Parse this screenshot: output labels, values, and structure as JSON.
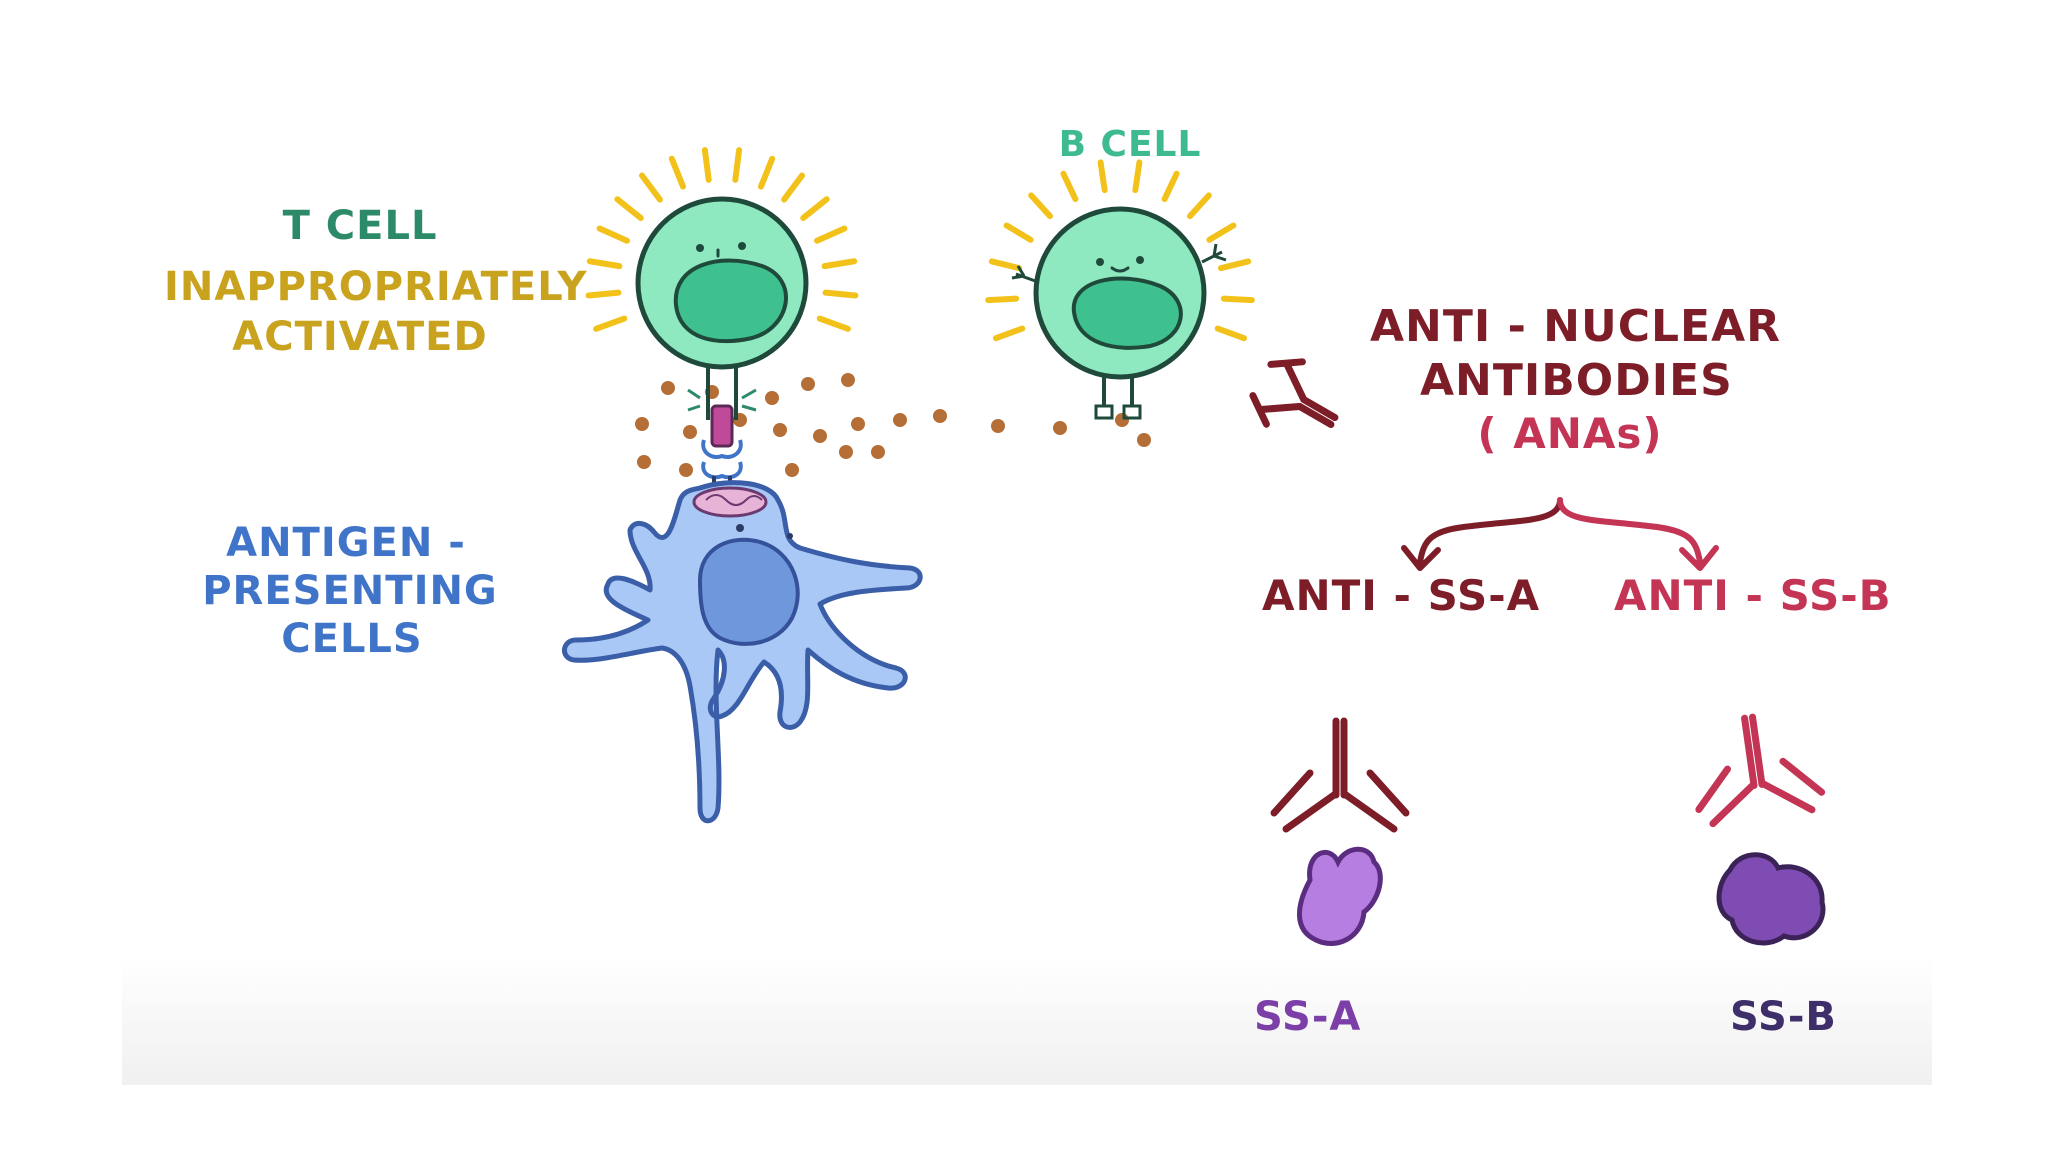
{
  "colors": {
    "t_cell": "#2c8a68",
    "activated": "#c9a21e",
    "b_cell": "#3dbb8e",
    "apc": "#3f74c8",
    "ana": "#7d1d28",
    "anti_ssa": "#7d1d28",
    "anti_ssb": "#c43555",
    "ssa": "#7b3fa7",
    "ssb": "#3e2e6a",
    "cell_fill": "#8ee8c0",
    "nucleus": "#3ec08f",
    "rays": "#f2c21b",
    "apc_fill": "#a9c8f5",
    "apc_nucleus": "#6f97dc",
    "cytokine": "#b56e35",
    "ssa_fill": "#b67ee0",
    "ssb_fill": "#7e4cb2"
  },
  "labels": {
    "t_cell": "T CELL",
    "activated_line1": "INAPPROPRIATELY",
    "activated_line2": "ACTIVATED",
    "b_cell": "B CELL",
    "apc_line1": "ANTIGEN -",
    "apc_line2": "PRESENTING",
    "apc_line3": "CELLS",
    "ana_line1": "ANTI - NUCLEAR",
    "ana_line2": "ANTIBODIES",
    "ana_line3": "( ANAs)",
    "anti_ssa": "ANTI - SS-A",
    "anti_ssb": "ANTI - SS-B",
    "ssa": "SS-A",
    "ssb": "SS-B"
  },
  "icons": {
    "t_cell": "activated-t-cell-icon",
    "b_cell": "b-cell-icon",
    "apc": "dendritic-cell-icon",
    "antibody": "y-shaped-antibody-icon",
    "antigen": "protein-blob-icon",
    "cytokines": "cytokine-dots-icon"
  }
}
